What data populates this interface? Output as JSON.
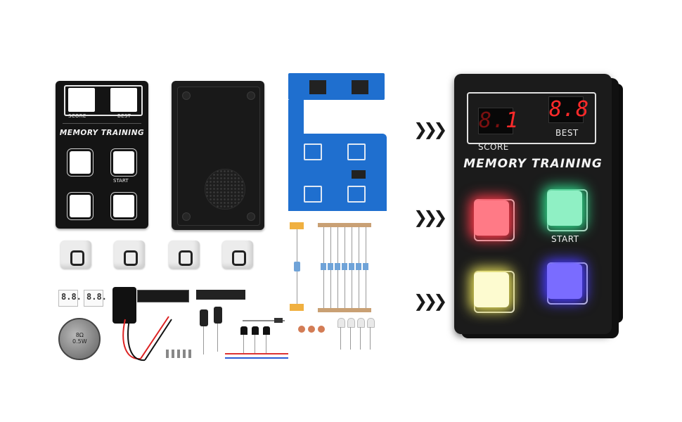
{
  "front_panel": {
    "score_label": "SCORE",
    "best_label": "BEST",
    "title": "MEMORY TRAINING",
    "start_label": "START"
  },
  "parts": {
    "speaker_text_1": "8Ω",
    "speaker_text_2": "0.5W",
    "seg_digits": [
      "8.8.",
      "8.8."
    ]
  },
  "arrows": {
    "glyph": "❯❯❯"
  },
  "device": {
    "score_display": {
      "lead": "8.",
      "digit": "1"
    },
    "best_display": {
      "lead": "8.",
      "digit": "8"
    },
    "score_label": "SCORE",
    "best_label": "BEST",
    "title": "MEMORY TRAINING",
    "start_label": "START",
    "colors": {
      "display": "#ff2a2a",
      "red_button": "#ff5a66",
      "green_button": "#4fe0a0",
      "yellow_button": "#f7f29a",
      "blue_button": "#5a4cff"
    }
  }
}
